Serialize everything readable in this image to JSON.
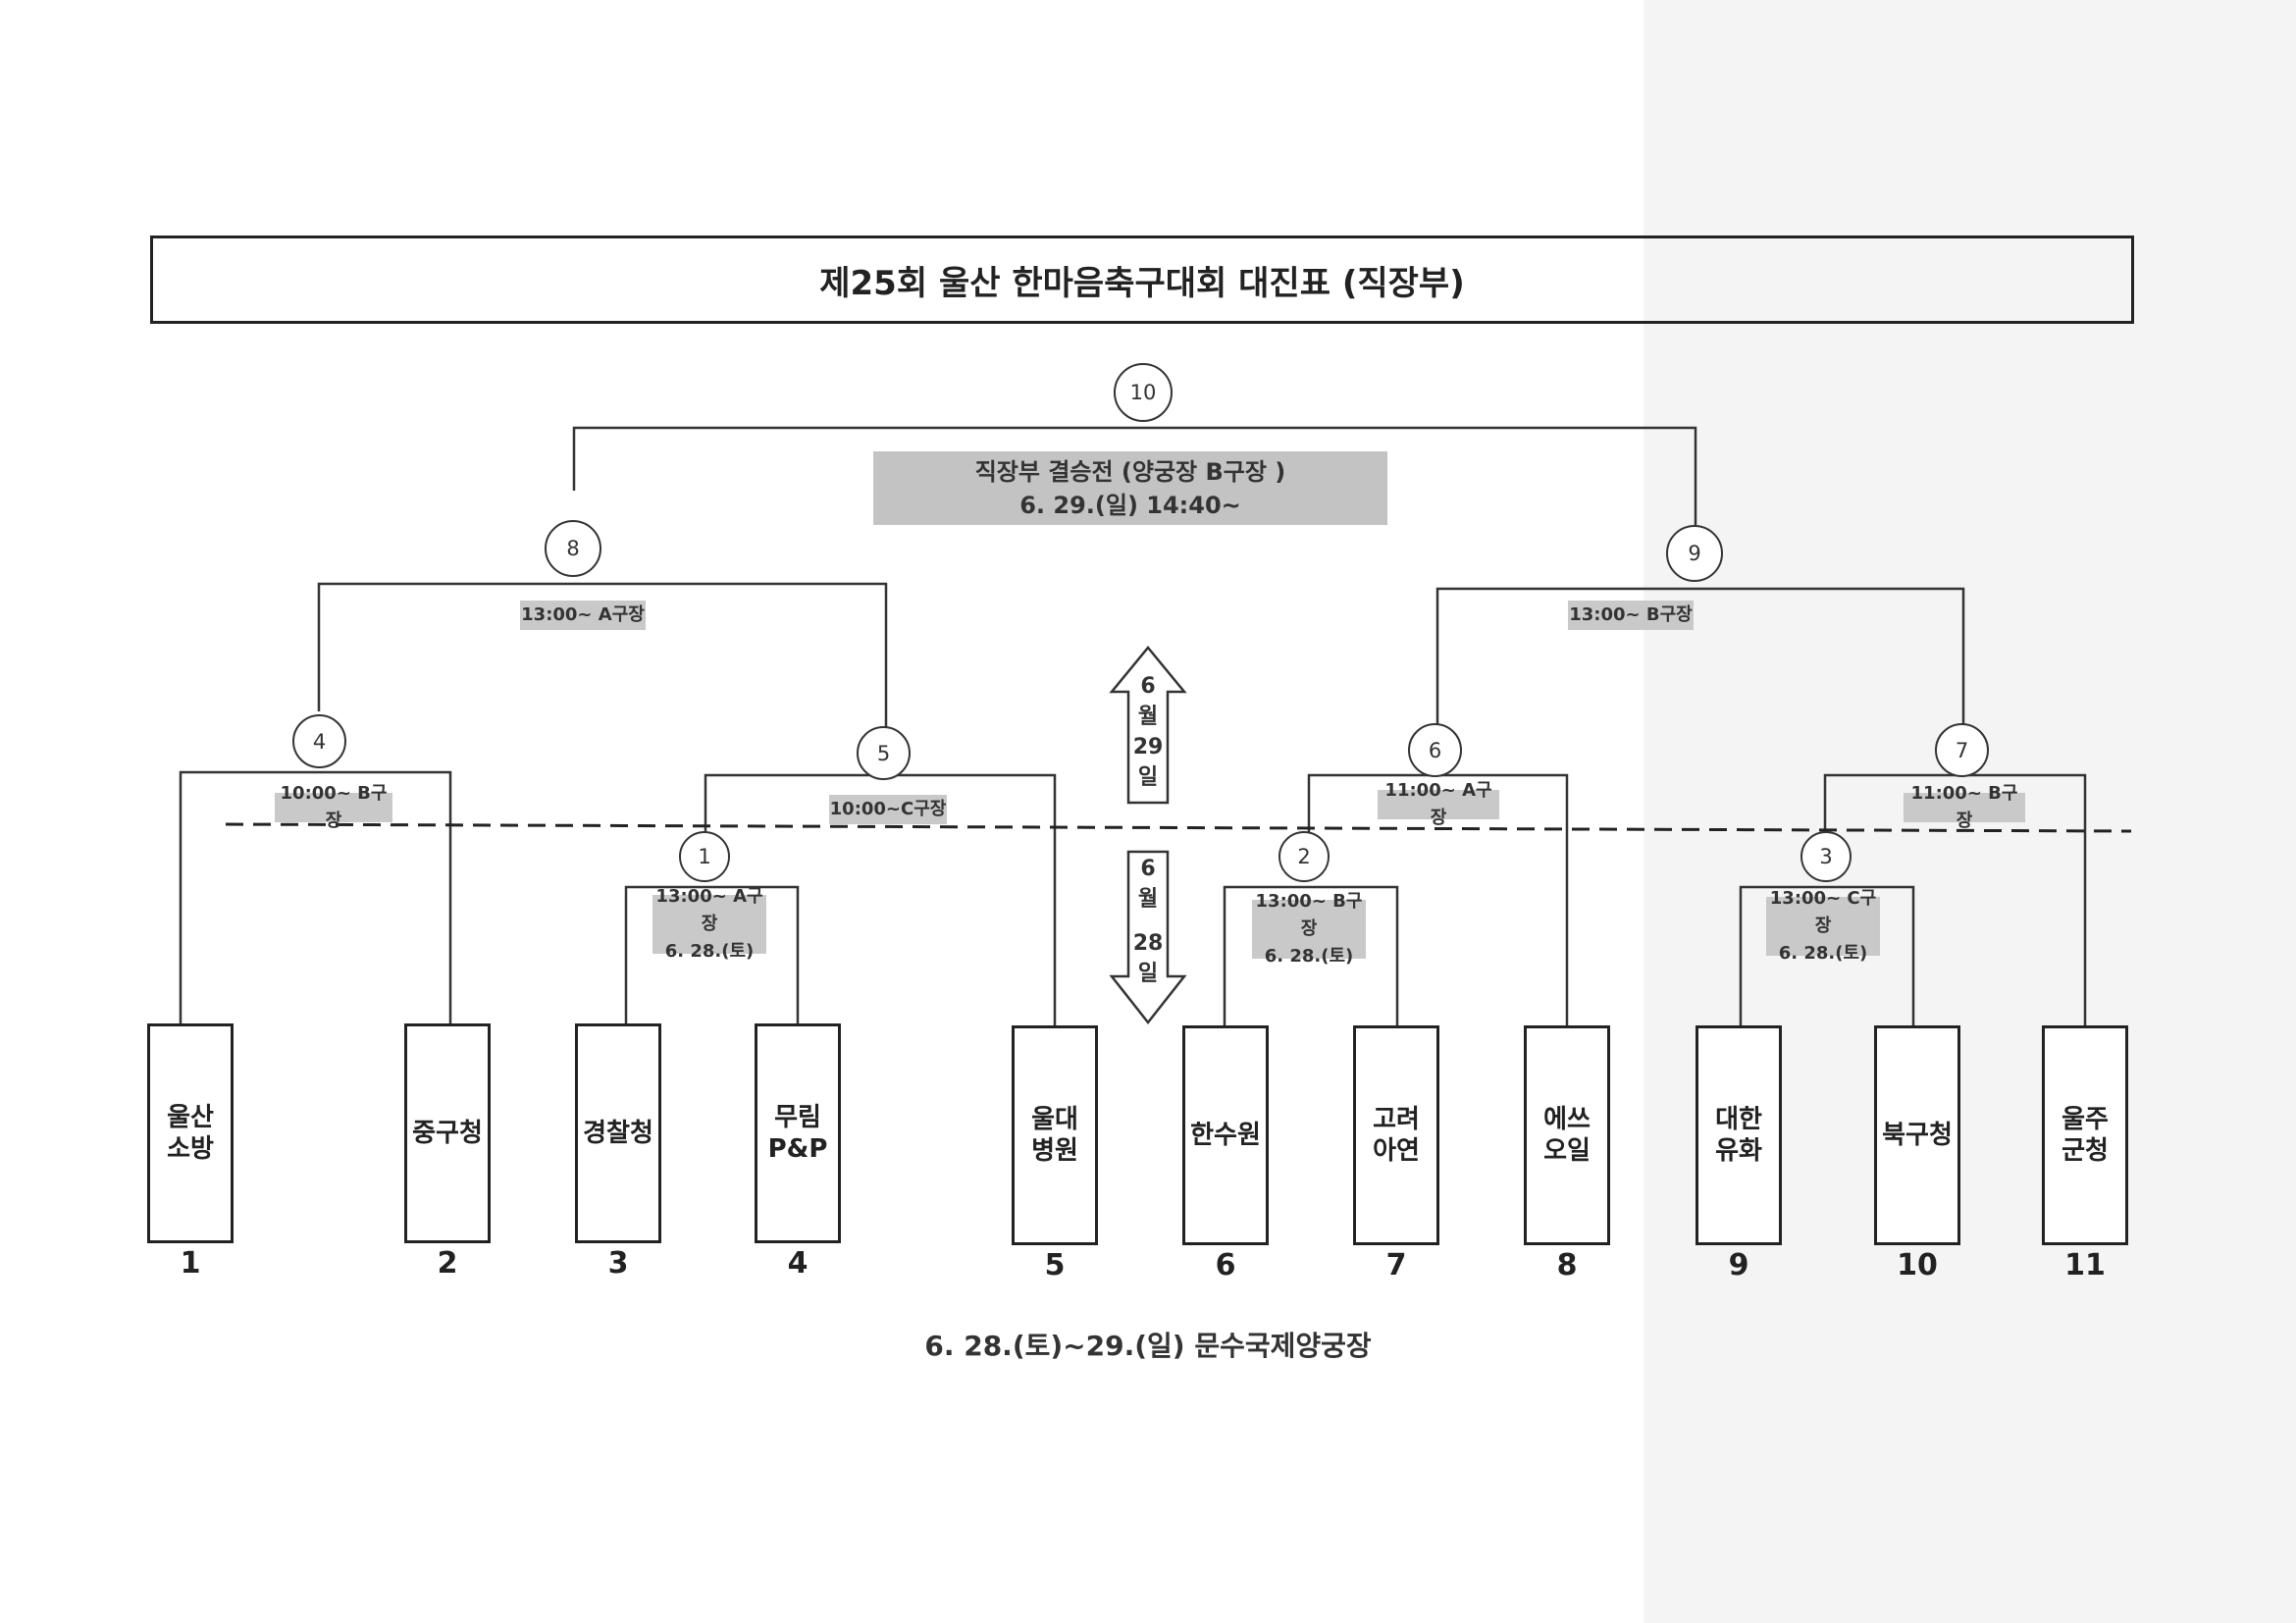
{
  "title": "제25회 울산 한마음축구대회 대진표 (직장부)",
  "final": {
    "match_no": "10",
    "line1": "직장부 결승전 (양궁장 B구장 )",
    "line2": "6. 29.(일) 14:40~"
  },
  "matches": {
    "m8": {
      "no": "8",
      "time": "13:00~ A구장"
    },
    "m9": {
      "no": "9",
      "time": "13:00~ B구장"
    },
    "m4": {
      "no": "4",
      "time": "10:00~ B구장"
    },
    "m5": {
      "no": "5",
      "time": "10:00~C구장"
    },
    "m6": {
      "no": "6",
      "time": "11:00~ A구장"
    },
    "m7": {
      "no": "7",
      "time": "11:00~ B구장"
    },
    "m1": {
      "no": "1",
      "time": "13:00~ A구장",
      "date": "6. 28.(토)"
    },
    "m2": {
      "no": "2",
      "time": "13:00~ B구장",
      "date": "6. 28.(토)"
    },
    "m3": {
      "no": "3",
      "time": "13:00~ C구장",
      "date": "6. 28.(토)"
    }
  },
  "day_up": [
    "6",
    "월",
    "29",
    "일"
  ],
  "day_down": [
    "6",
    "월",
    "28",
    "일"
  ],
  "teams": [
    {
      "name": "울산\n소방",
      "num": "1"
    },
    {
      "name": "중구청",
      "num": "2"
    },
    {
      "name": "경찰청",
      "num": "3"
    },
    {
      "name": "무림\nP&P",
      "num": "4"
    },
    {
      "name": "울대\n병원",
      "num": "5"
    },
    {
      "name": "한수원",
      "num": "6"
    },
    {
      "name": "고려\n아연",
      "num": "7"
    },
    {
      "name": "에쓰\n오일",
      "num": "8"
    },
    {
      "name": "대한\n유화",
      "num": "9"
    },
    {
      "name": "북구청",
      "num": "10"
    },
    {
      "name": "울주\n군청",
      "num": "11"
    }
  ],
  "footer": "6. 28.(토)~29.(일) 문수국제양궁장",
  "colors": {
    "label_bg": "#c9c9c9",
    "line": "#333333"
  }
}
